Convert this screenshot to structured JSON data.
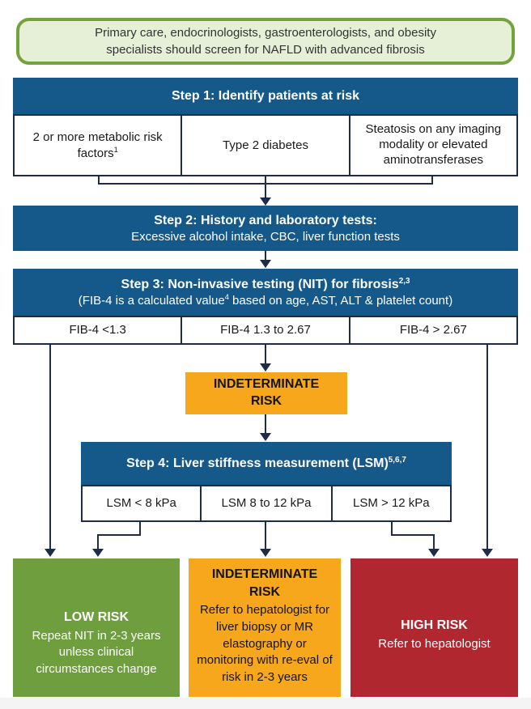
{
  "colors": {
    "blue": "#15588A",
    "navy": "#1F2C47",
    "orange": "#F6A71B",
    "green": "#6E9E3E",
    "red": "#B0272F",
    "banner_fill": "#E5F0D7",
    "banner_border": "#76A23E"
  },
  "banner": {
    "text": "Primary care, endocrinologists, gastroenterologists, and obesity specialists should screen for NAFLD with advanced fibrosis"
  },
  "step1": {
    "title": "Step 1: Identify patients at risk",
    "cells": [
      {
        "text": "2 or more metabolic risk factors",
        "sup": "1"
      },
      {
        "text": "Type 2 diabetes",
        "sup": ""
      },
      {
        "text": "Steatosis on any imaging modality or elevated aminotransferases",
        "sup": ""
      }
    ]
  },
  "step2": {
    "title": "Step 2: History and laboratory tests:",
    "subtitle": "Excessive alcohol intake, CBC, liver function tests"
  },
  "step3": {
    "title": {
      "pre": "Step 3: Non-invasive testing (NIT) for fibrosis",
      "sup": "2,3",
      "post": ""
    },
    "subtitle": {
      "pre": "(FIB-4 is a calculated value",
      "sup": "4",
      "post": " based on age, AST, ALT & platelet count)"
    },
    "cells": [
      "FIB-4 <1.3",
      "FIB-4 1.3 to 2.67",
      "FIB-4 > 2.67"
    ]
  },
  "indeterminate_mid": {
    "line1": "INDETERMINATE",
    "line2": "RISK"
  },
  "step4": {
    "title": {
      "pre": "Step 4: Liver stiffness measurement (LSM)",
      "sup": "5,6,7"
    },
    "cells": [
      "LSM < 8 kPa",
      "LSM 8 to 12 kPa",
      "LSM > 12 kPa"
    ]
  },
  "outcomes": {
    "low": {
      "title": "LOW RISK",
      "body": "Repeat NIT in 2-3 years unless clinical circumstances change"
    },
    "indeterminate": {
      "title1": "INDETERMINATE",
      "title2": "RISK",
      "body": "Refer to hepatologist for liver biopsy or MR elastography or monitoring with re-eval of risk in 2-3 years"
    },
    "high": {
      "title": "HIGH RISK",
      "body": "Refer to hepatologist"
    }
  }
}
